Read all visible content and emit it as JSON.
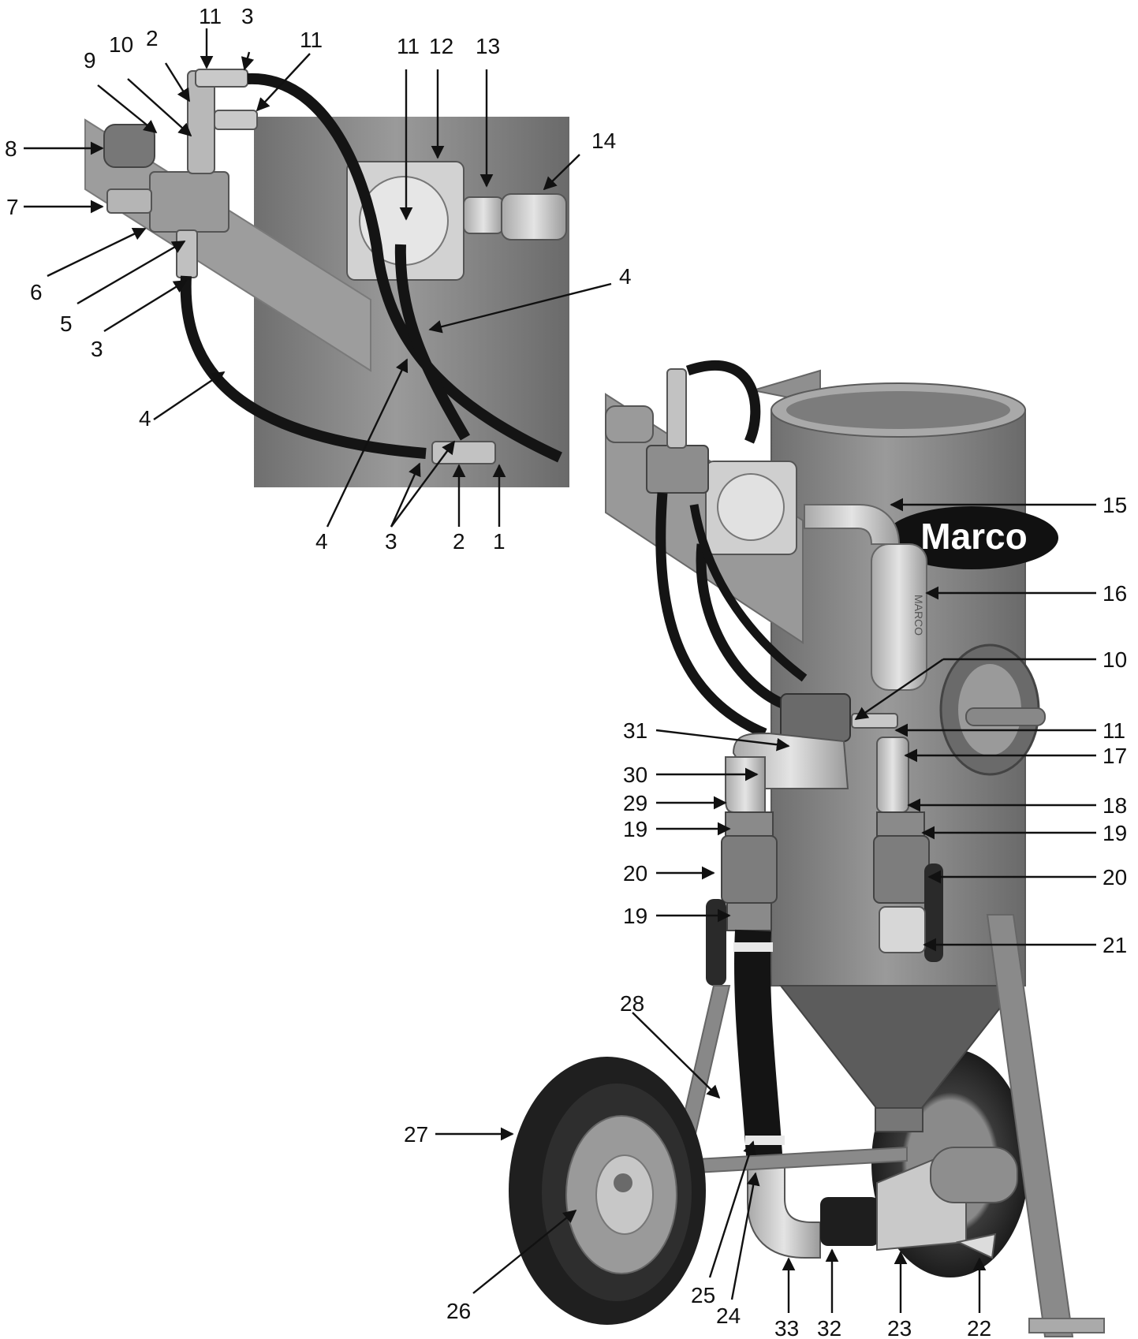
{
  "brand": {
    "logo_text": "Marco",
    "tank_label": "MARCO",
    "regulator_label": "MARCO"
  },
  "colors": {
    "tank": "#8c8c8c",
    "tank_dark": "#6d6d6d",
    "hose": "#141414",
    "fitting": "#c8c8c8",
    "tire": "#2a2a2a",
    "background": "#ffffff",
    "ink": "#111111"
  },
  "callouts": {
    "c1": "1",
    "c2": "2",
    "c3": "3",
    "c4": "4",
    "c5": "5",
    "c6": "6",
    "c7": "7",
    "c8": "8",
    "c9": "9",
    "c10": "10",
    "c11": "11",
    "c12": "12",
    "c13": "13",
    "c14": "14",
    "c15": "15",
    "c16": "16",
    "c17": "17",
    "c18": "18",
    "c19": "19",
    "c20": "20",
    "c21": "21",
    "c22": "22",
    "c23": "23",
    "c24": "24",
    "c25": "25",
    "c26": "26",
    "c27": "27",
    "c28": "28",
    "c29": "29",
    "c30": "30",
    "c31": "31",
    "c32": "32",
    "c33": "33"
  }
}
